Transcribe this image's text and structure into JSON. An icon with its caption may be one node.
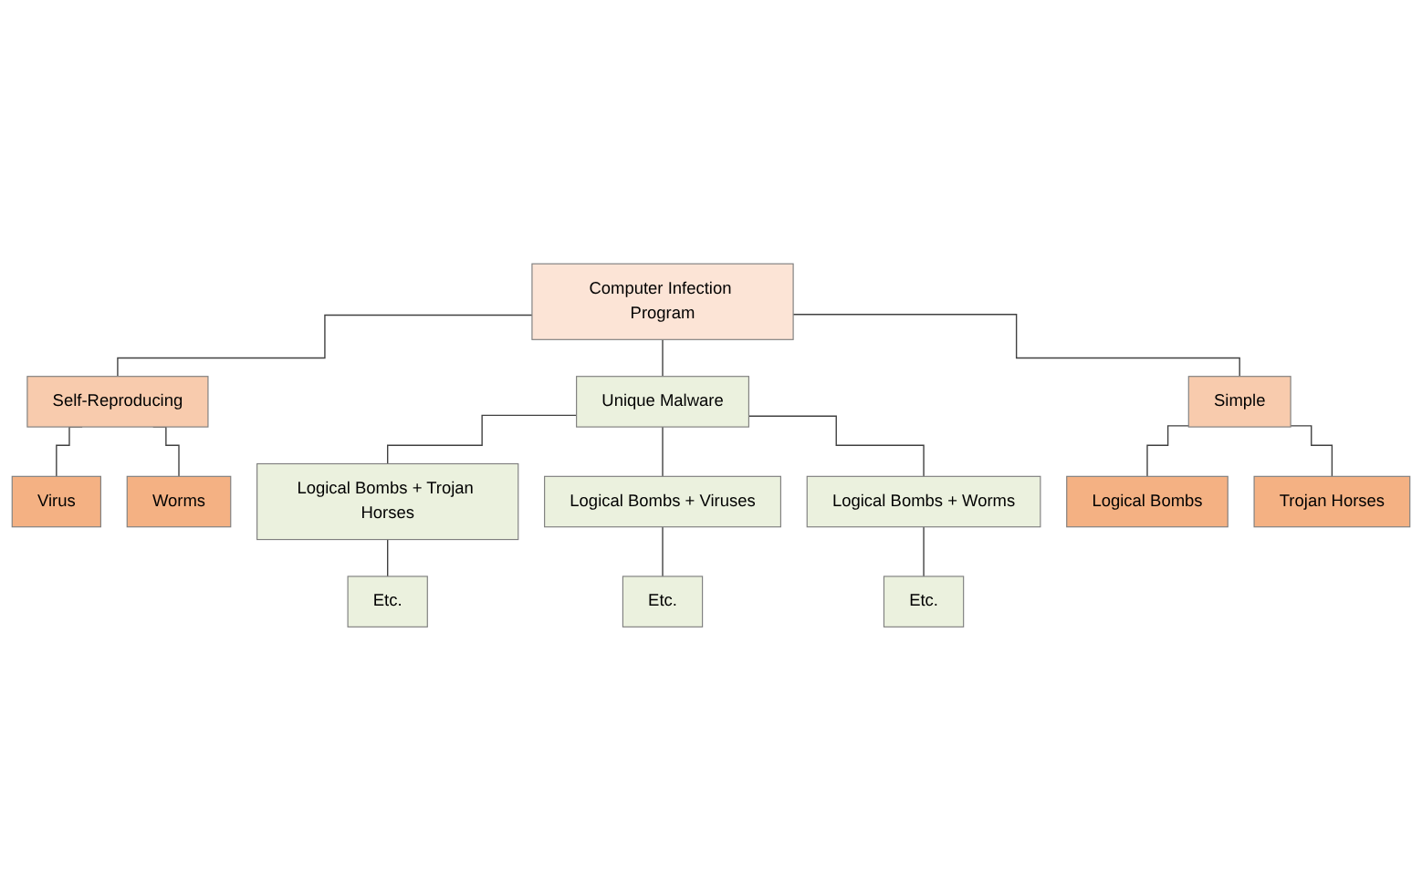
{
  "diagram": {
    "nodes": [
      {
        "text": [
          "Computer Infection Program"
        ]
      },
      {
        "text": [
          "Self-Reproducing"
        ]
      },
      {
        "text": [
          "Simple"
        ]
      },
      {
        "text": [
          "Virus"
        ]
      },
      {
        "text": [
          "Logical Bombs"
        ]
      },
      {
        "text": [
          "Worms"
        ]
      },
      {
        "text": [
          "Unique Malware"
        ]
      },
      {
        "text": [
          "Trojan Horses"
        ]
      },
      {
        "text": [
          "Logical Bombs + Trojan Horses"
        ]
      },
      {
        "text": [
          "Logical Bombs + Viruses"
        ]
      },
      {
        "text": [
          "Logical Bombs + Worms"
        ]
      },
      {
        "text": [
          "Etc."
        ]
      },
      {
        "text": [
          "Etc."
        ]
      },
      {
        "text": [
          "Etc."
        ]
      }
    ],
    "edges": [
      {
        "from": 0,
        "to": 1,
        "arrow": "none"
      },
      {
        "from": 0,
        "to": 6,
        "arrow": "none"
      },
      {
        "from": 0,
        "to": 2,
        "arrow": "none"
      },
      {
        "from": 1,
        "to": 3,
        "arrow": "none"
      },
      {
        "from": 1,
        "to": 5,
        "arrow": "none"
      },
      {
        "from": 2,
        "to": 4,
        "arrow": "none"
      },
      {
        "from": 2,
        "to": 7,
        "arrow": "none"
      },
      {
        "from": 6,
        "to": 8,
        "arrow": "none"
      },
      {
        "from": 6,
        "to": 9,
        "arrow": "none"
      },
      {
        "from": 6,
        "to": 10,
        "arrow": "none"
      },
      {
        "from": 8,
        "to": 11,
        "arrow": "none"
      },
      {
        "from": 9,
        "to": 12,
        "arrow": "none"
      },
      {
        "from": 10,
        "to": 13,
        "arrow": "none"
      }
    ]
  }
}
